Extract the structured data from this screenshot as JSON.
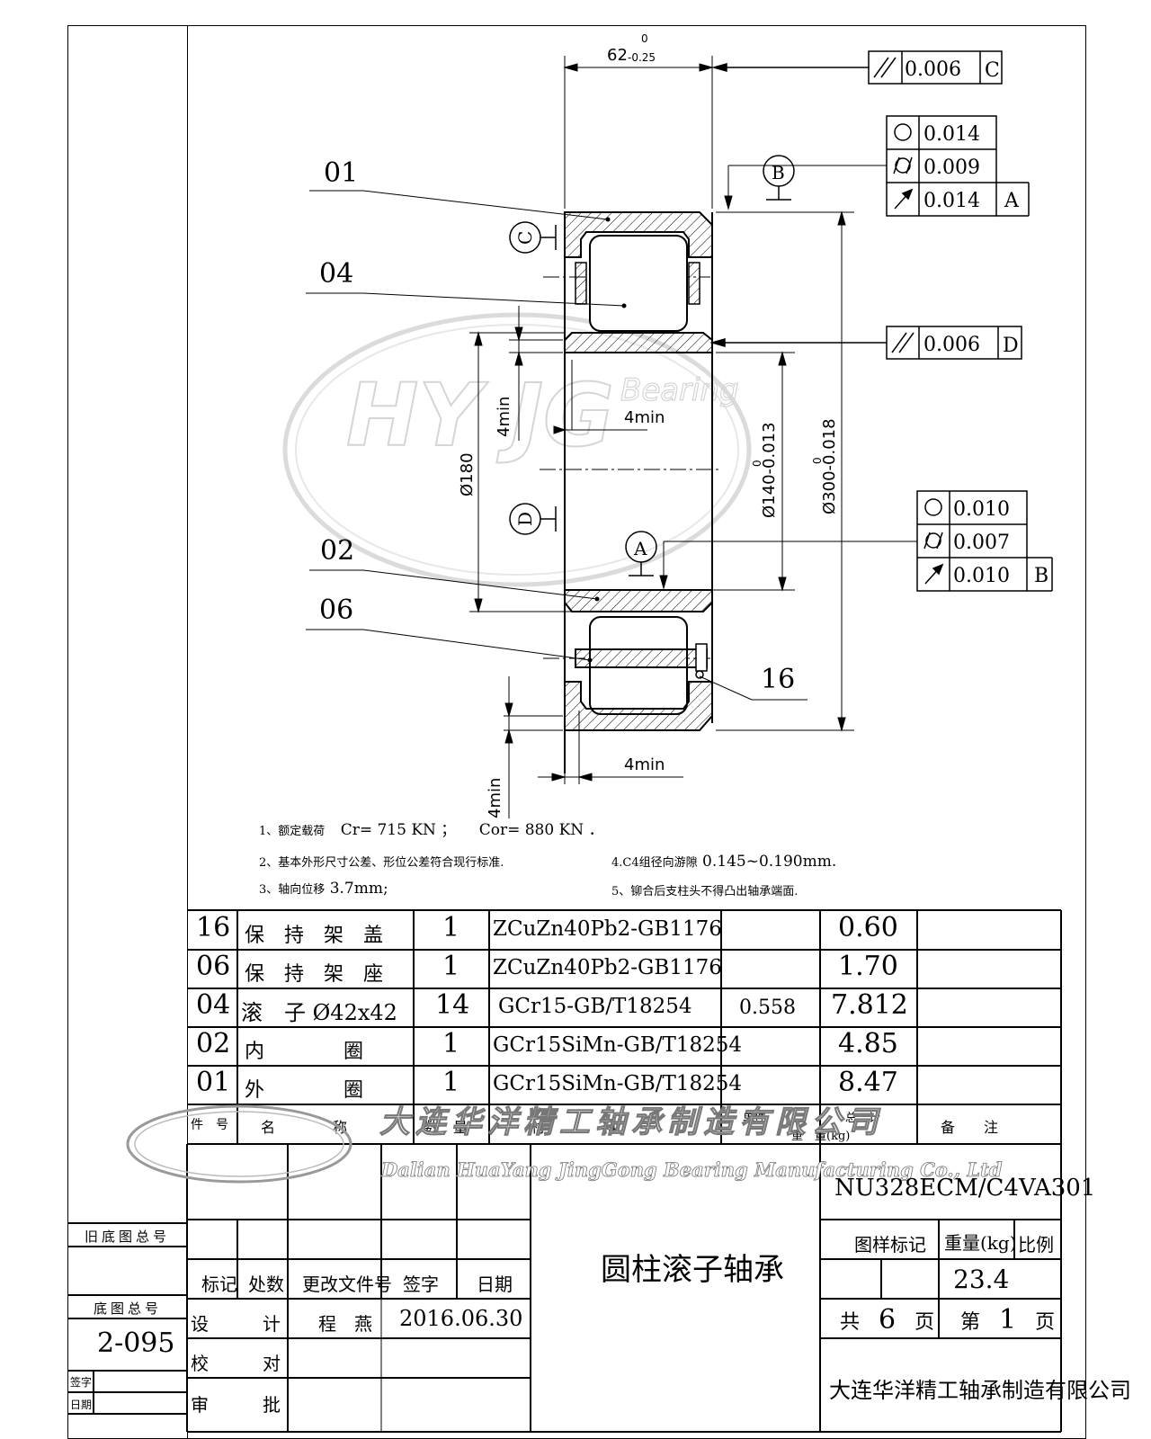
{
  "drawing": {
    "dims": {
      "width_top": "62",
      "width_tol_upper": "0",
      "width_tol_lower": "-0.25",
      "bore_dia": "Ø140-0.013",
      "bore_tol_upper": "0",
      "outer_dia": "Ø300-0.018",
      "outer_tol_upper": "0",
      "raceway_dia": "Ø180",
      "min_4_a": "4min",
      "min_4_b": "4min",
      "min_4_c": "4min",
      "min_4_d": "4min"
    },
    "datums": {
      "a": "A",
      "b": "B",
      "c": "C",
      "d": "D"
    },
    "callouts": {
      "p01": "01",
      "p04": "04",
      "p02": "02",
      "p06": "06",
      "p16": "16"
    },
    "tolerance_frames": {
      "parallel_c": {
        "value": "0.006",
        "ref": "C"
      },
      "outer": [
        {
          "value": "0.014",
          "ref": ""
        },
        {
          "value": "0.009",
          "ref": ""
        },
        {
          "value": "0.014",
          "ref": "A"
        }
      ],
      "parallel_d": {
        "value": "0.006",
        "ref": "D"
      },
      "inner": [
        {
          "value": "0.010",
          "ref": ""
        },
        {
          "value": "0.007",
          "ref": ""
        },
        {
          "value": "0.010",
          "ref": "B"
        }
      ]
    },
    "watermark": {
      "logo": "HY JG",
      "word": "Bearing"
    }
  },
  "notes": {
    "n1_label": "1、额定载荷",
    "n1_cr": "Cr= 715  KN ；",
    "n1_cor": "Cor= 880   KN ．",
    "n2": "2、基本外形尺寸公差、形位公差符合现行标准.",
    "n3_label": "3、轴向位移",
    "n3_val": "3.7mm;",
    "n4_label": "4.C4组径向游隙",
    "n4_val": "0.145~0.190mm.",
    "n5": "5、铆合后支柱头不得凸出轴承端面."
  },
  "bom": {
    "rows": [
      {
        "no": "16",
        "name": "保　持　架　盖",
        "qty": "1",
        "material": "ZCuZn40Pb2-GB1176",
        "unit": "",
        "total": "0.60"
      },
      {
        "no": "06",
        "name": "保　持　架　座",
        "qty": "1",
        "material": "ZCuZn40Pb2-GB1176",
        "unit": "",
        "total": "1.70"
      },
      {
        "no": "04",
        "name": "滚　子 Ø42x42",
        "qty": "14",
        "material": "GCr15-GB/T18254",
        "unit": "0.558",
        "total": "7.812"
      },
      {
        "no": "02",
        "name": "内　　　　圈",
        "qty": "1",
        "material": "GCr15SiMn-GB/T18254",
        "unit": "",
        "total": "4.85"
      },
      {
        "no": "01",
        "name": "外　　　　圈",
        "qty": "1",
        "material": "GCr15SiMn-GB/T18254",
        "unit": "",
        "total": "8.47"
      }
    ],
    "header": {
      "no": "件　号",
      "name": "名　　　　称",
      "qty": "数　量",
      "material": "材　　　　料",
      "unit": "单件",
      "total": "总　计",
      "weight": "重　量(kg)",
      "remark": "备　　注"
    }
  },
  "watermark_company": {
    "cn": "大连华洋精工轴承制造有限公司",
    "en": "Dalian HuaYang JingGong Bearing Manufacturing Co., Ltd"
  },
  "title_block": {
    "part_number": "NU328ECM/C4VA301",
    "title": "圆柱滚子轴承",
    "old_drawing_label": "旧底图总号",
    "base_drawing_label": "底图总号",
    "base_drawing_no": "2-095",
    "sign_label": "签字",
    "date_label": "日期",
    "rev_headers": [
      "标记",
      "处数",
      "更改文件号",
      "签字",
      "日期"
    ],
    "design_label": "设　　　计",
    "designer": "程　燕",
    "design_date": "2016.06.30",
    "check_label": "校　　　对",
    "approve_label": "审　　　批",
    "mark_label": "图样标记",
    "weight_label": "重量(kg)",
    "scale_label": "比例",
    "weight": "23.4",
    "total_pages_pre": "共",
    "total_pages": "6",
    "page_suffix": "页",
    "page_pre": "第",
    "page_no": "1",
    "page_suffix2": "页",
    "company": "大连华洋精工轴承制造有限公司"
  }
}
